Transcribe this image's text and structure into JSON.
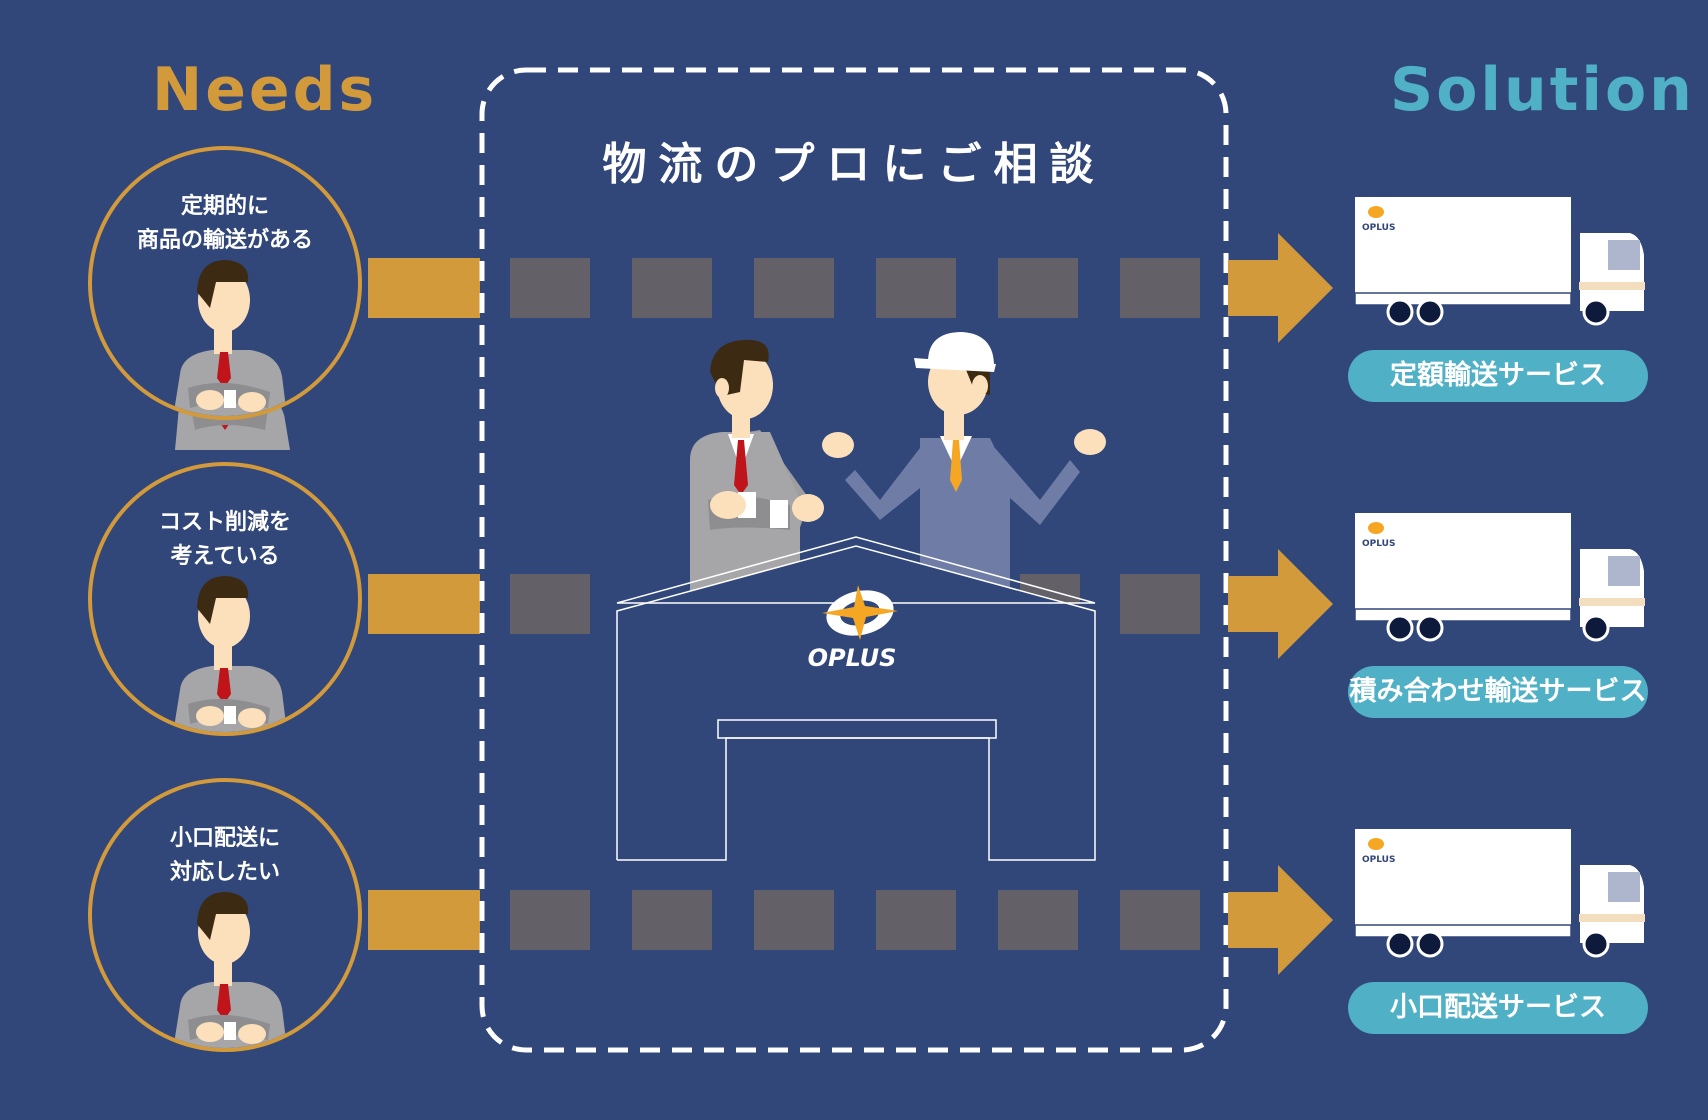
{
  "headings": {
    "needs": "Needs",
    "solution": "Solution"
  },
  "consult": {
    "title": "物流のプロにご相談",
    "logo_text": "OPLUS"
  },
  "needs": [
    {
      "text": "定期的に\n商品の輸送がある"
    },
    {
      "text": "コスト削減を\n考えている"
    },
    {
      "text": "小口配送に\n対応したい"
    }
  ],
  "solutions": [
    {
      "label": "定額輸送サービス",
      "truck_logo": "OPLUS"
    },
    {
      "label": "積み合わせ輸送サービス",
      "truck_logo": "OPLUS"
    },
    {
      "label": "小口配送サービス",
      "truck_logo": "OPLUS"
    }
  ],
  "colors": {
    "background": "#314679",
    "gold": "#D29A3B",
    "teal": "#4FB0C6",
    "road": "#646068",
    "white": "#FFFFFF"
  },
  "icons": [
    "businessman-icon",
    "worker-icon",
    "warehouse-icon",
    "truck-icon",
    "arrow-icon"
  ]
}
